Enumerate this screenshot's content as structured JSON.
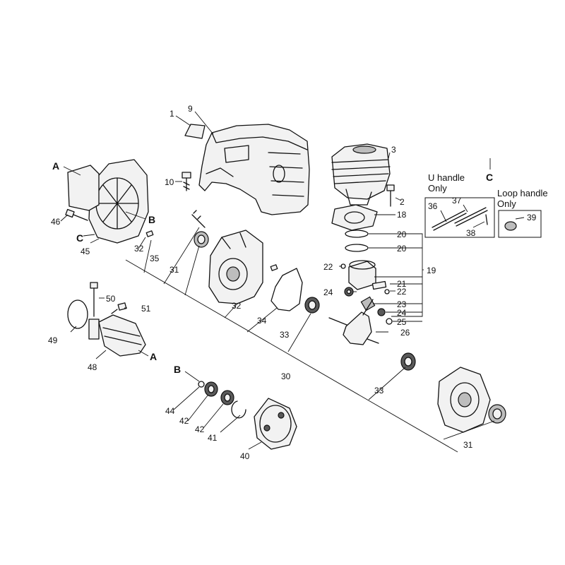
{
  "callouts": {
    "p1": "1",
    "p2": "2",
    "p3": "3",
    "p9": "9",
    "p10": "10",
    "p18": "18",
    "p19": "19",
    "p20a": "20",
    "p20b": "20",
    "p21": "21",
    "p22a": "22",
    "p22b": "22",
    "p23": "23",
    "p24a": "24",
    "p24b": "24",
    "p25": "25",
    "p26": "26",
    "p30": "30",
    "p31a": "31",
    "p31b": "31",
    "p32a": "32",
    "p32b": "32",
    "p33a": "33",
    "p33b": "33",
    "p34": "34",
    "p35": "35",
    "p36": "36",
    "p37": "37",
    "p38": "38",
    "p39": "39",
    "p40": "40",
    "p41": "41",
    "p42a": "42",
    "p42b": "42",
    "p44": "44",
    "p45": "45",
    "p46": "46",
    "p48": "48",
    "p49": "49",
    "p50": "50",
    "p51": "51"
  },
  "refs": {
    "a_top": "A",
    "b_top": "B",
    "c_left": "C",
    "a_bottom": "A",
    "b_bottom": "B",
    "c_right": "C"
  },
  "notes": {
    "u_handle_1": "U handle",
    "u_handle_2": "Only",
    "loop_handle_1": "Loop handle",
    "loop_handle_2": "Only"
  }
}
